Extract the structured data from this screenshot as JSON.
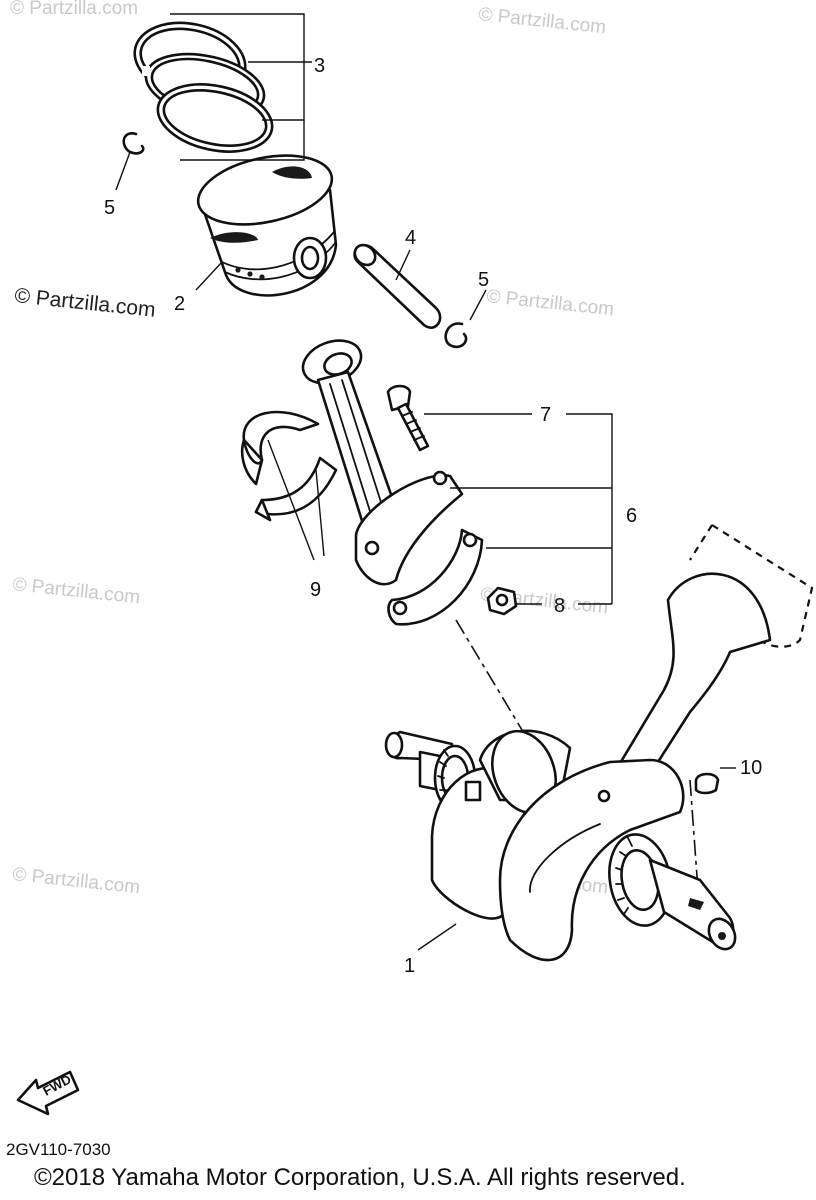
{
  "diagram": {
    "callouts": {
      "c1": "1",
      "c2": "2",
      "c3": "3",
      "c4": "4",
      "c5a": "5",
      "c5b": "5",
      "c6": "6",
      "c7": "7",
      "c8": "8",
      "c9": "9",
      "c10": "10"
    },
    "fwd_label": "FWD",
    "watermarks": {
      "main": "© Partzilla.com",
      "faint": "© Partzilla.com"
    }
  },
  "footer": {
    "diagram_code": "2GV110-7030",
    "copyright": "©2018 Yamaha Motor Corporation, U.S.A. All rights reserved."
  }
}
